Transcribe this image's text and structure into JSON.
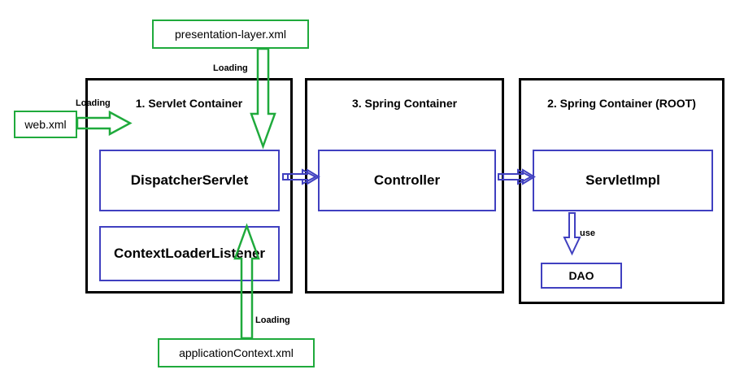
{
  "diagram": {
    "title": "Spring MVC container loading diagram",
    "colors": {
      "container_border": "#000000",
      "component_border": "#4040c0",
      "config_border": "#1faa3c",
      "arrow_green": "#1faa3c",
      "arrow_blue": "#4040c0",
      "text": "#000000"
    },
    "containers": [
      {
        "id": "servlet-container",
        "title": "1. Servlet Container"
      },
      {
        "id": "spring-container",
        "title": "3. Spring Container"
      },
      {
        "id": "spring-root-container",
        "title": "2. Spring Container (ROOT)"
      }
    ],
    "components": [
      {
        "id": "dispatcher-servlet",
        "label": "DispatcherServlet"
      },
      {
        "id": "context-loader-listener",
        "label": "ContextLoaderListener"
      },
      {
        "id": "controller",
        "label": "Controller"
      },
      {
        "id": "servlet-impl",
        "label": "ServletImpl"
      },
      {
        "id": "dao",
        "label": "DAO"
      }
    ],
    "config_files": [
      {
        "id": "presentation-layer-xml",
        "label": "presentation-layer.xml"
      },
      {
        "id": "web-xml",
        "label": "web.xml"
      },
      {
        "id": "application-context-xml",
        "label": "applicationContext.xml"
      }
    ],
    "edge_labels": {
      "loading_top": "Loading",
      "loading_left": "Loading",
      "loading_bottom": "Loading",
      "use": "use"
    }
  }
}
